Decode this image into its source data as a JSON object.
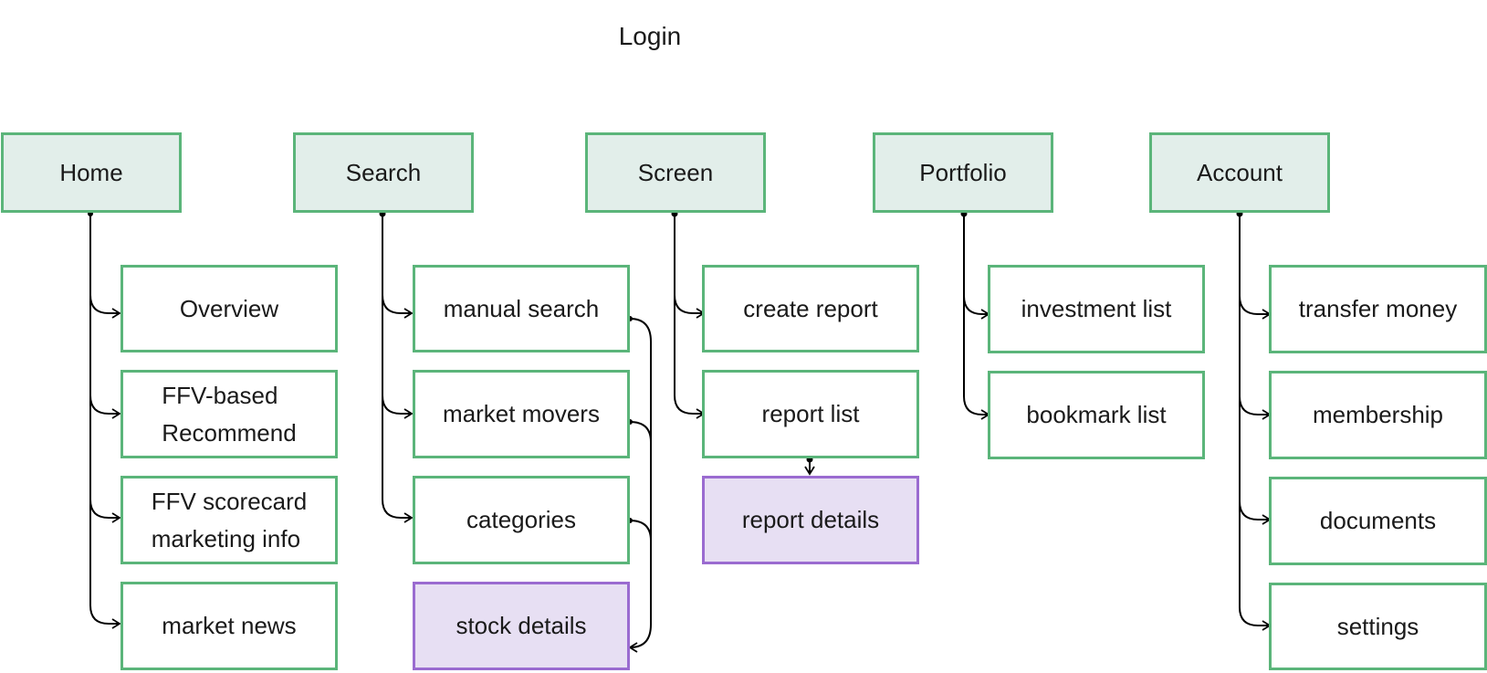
{
  "title": "Login",
  "columns": [
    {
      "header": "Home",
      "items": [
        "Overview",
        "FFV-based\nRecommend",
        "FFV scorecard\nmarketing info",
        "market news"
      ]
    },
    {
      "header": "Search",
      "items": [
        "manual search",
        "market movers",
        "categories"
      ],
      "detail": "stock details"
    },
    {
      "header": "Screen",
      "items": [
        "create report",
        "report list"
      ],
      "detail": "report details"
    },
    {
      "header": "Portfolio",
      "items": [
        "investment list",
        "bookmark list"
      ]
    },
    {
      "header": "Account",
      "items": [
        "transfer money",
        "membership",
        "documents",
        "settings"
      ]
    }
  ],
  "colors": {
    "header_fill": "#e2eeea",
    "node_border": "#5bb57a",
    "detail_fill": "#e7dff3",
    "detail_border": "#9a6bd0",
    "line": "#000000"
  }
}
